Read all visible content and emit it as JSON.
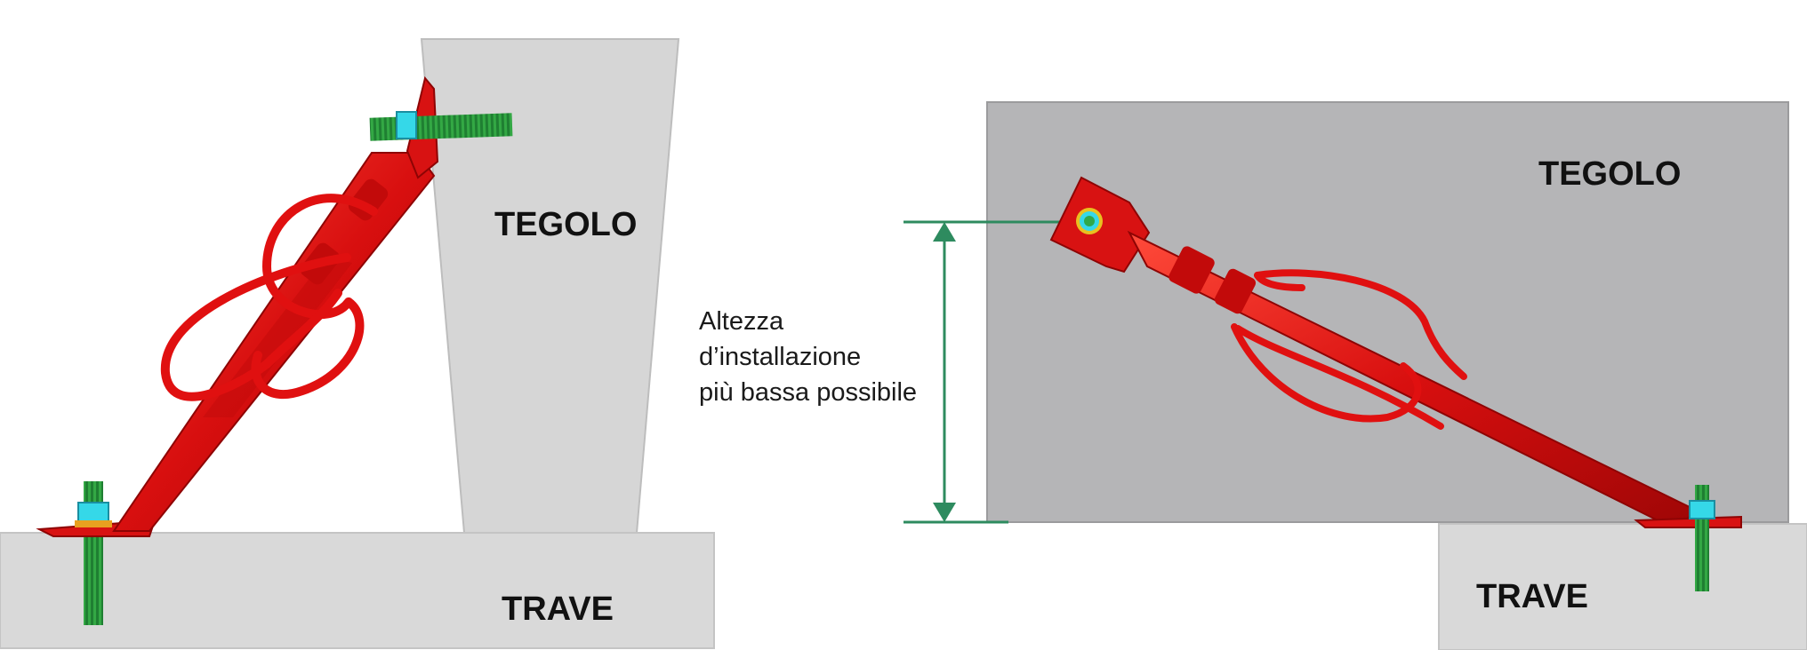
{
  "left_panel": {
    "tegolo_label": "TEGOLO",
    "trave_label": "TRAVE"
  },
  "right_panel": {
    "tegolo_label": "TEGOLO",
    "trave_label": "TRAVE"
  },
  "annotation": {
    "lines": [
      "Altezza",
      "d’installazione",
      "più bassa possibile"
    ]
  },
  "colors": {
    "anchor_red": "#e01010",
    "bolt_green": "#2fa84a",
    "nut_cyan": "#35d8e8",
    "dimension_green": "#2e8b5f",
    "beam_gray": "#d9d9d9",
    "slab_gray": "#b5b5b7"
  }
}
